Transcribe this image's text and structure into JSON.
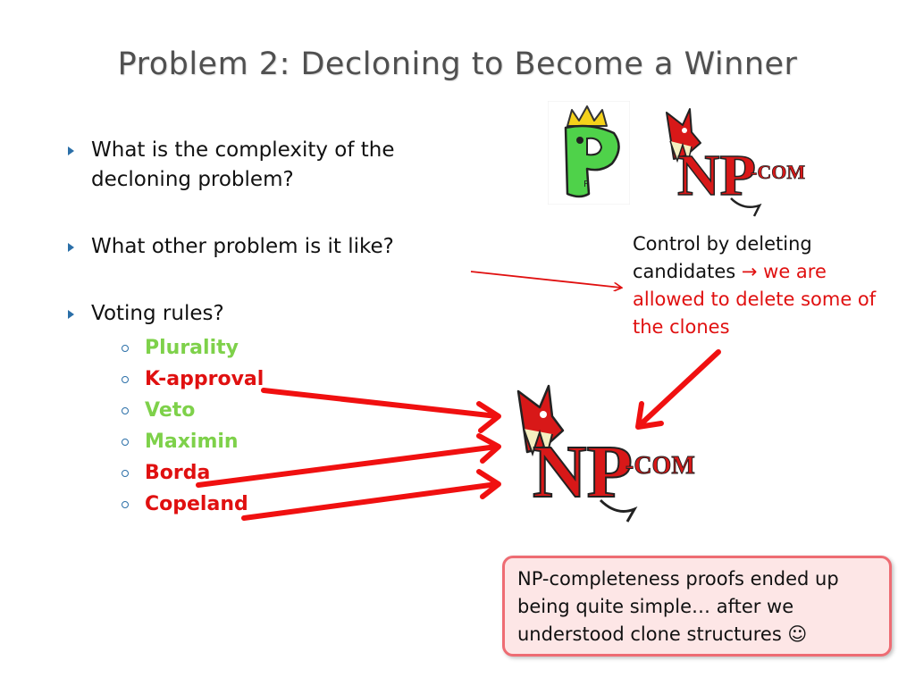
{
  "title": "Problem 2: Decloning to Become a Winner",
  "bullets": [
    {
      "text": "What is the complexity of the decloning problem?"
    },
    {
      "text": "What other problem is it like?"
    },
    {
      "text": "Voting rules?"
    }
  ],
  "voting_rules": [
    {
      "label": "Plurality",
      "color": "#7ed14a"
    },
    {
      "label": "K-approval",
      "color": "#e01010"
    },
    {
      "label": "Veto",
      "color": "#7ed14a"
    },
    {
      "label": "Maximin",
      "color": "#7ed14a"
    },
    {
      "label": "Borda",
      "color": "#e01010"
    },
    {
      "label": "Copeland",
      "color": "#e01010"
    }
  ],
  "logos": {
    "p_logo": "P",
    "np_logo_main": "NP",
    "np_logo_suffix": "-COM"
  },
  "control_note": {
    "black_text": "Control by deleting candidates ",
    "arrow_glyph": "→",
    "red_text": " we are allowed to delete some of the clones"
  },
  "callout": "NP-completeness proofs ended up being quite simple… after we understood clone structures ☺",
  "colors": {
    "title": "#505050",
    "accent_red": "#e01010",
    "accent_green": "#7ed14a",
    "bullet_marker": "#2b6fa8",
    "callout_bg": "#fde6e6",
    "callout_border": "#ee6c73"
  }
}
